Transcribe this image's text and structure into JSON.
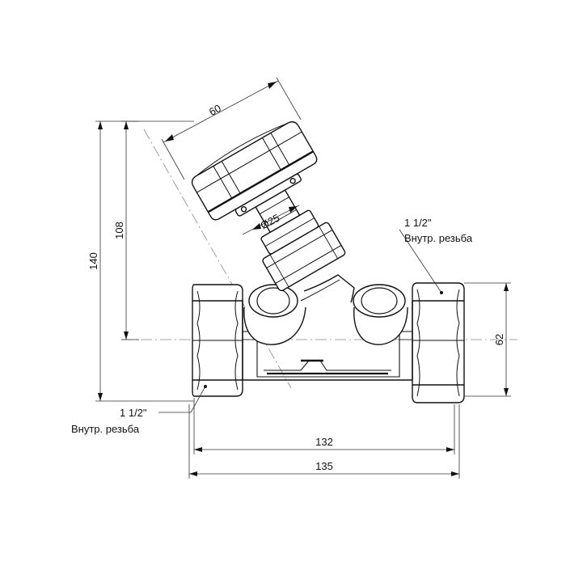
{
  "dimensions": {
    "handwheel_width": "60",
    "overall_height": "140",
    "height_to_axis": "108",
    "stem_diameter": "Ø25",
    "body_height": "62",
    "inner_length": "132",
    "overall_length": "135"
  },
  "annotations": {
    "right_thread": {
      "size": "1 1/2\"",
      "type": "Внутр. резьба"
    },
    "left_thread": {
      "size": "1 1/2\"",
      "type": "Внутр. резьба"
    }
  }
}
